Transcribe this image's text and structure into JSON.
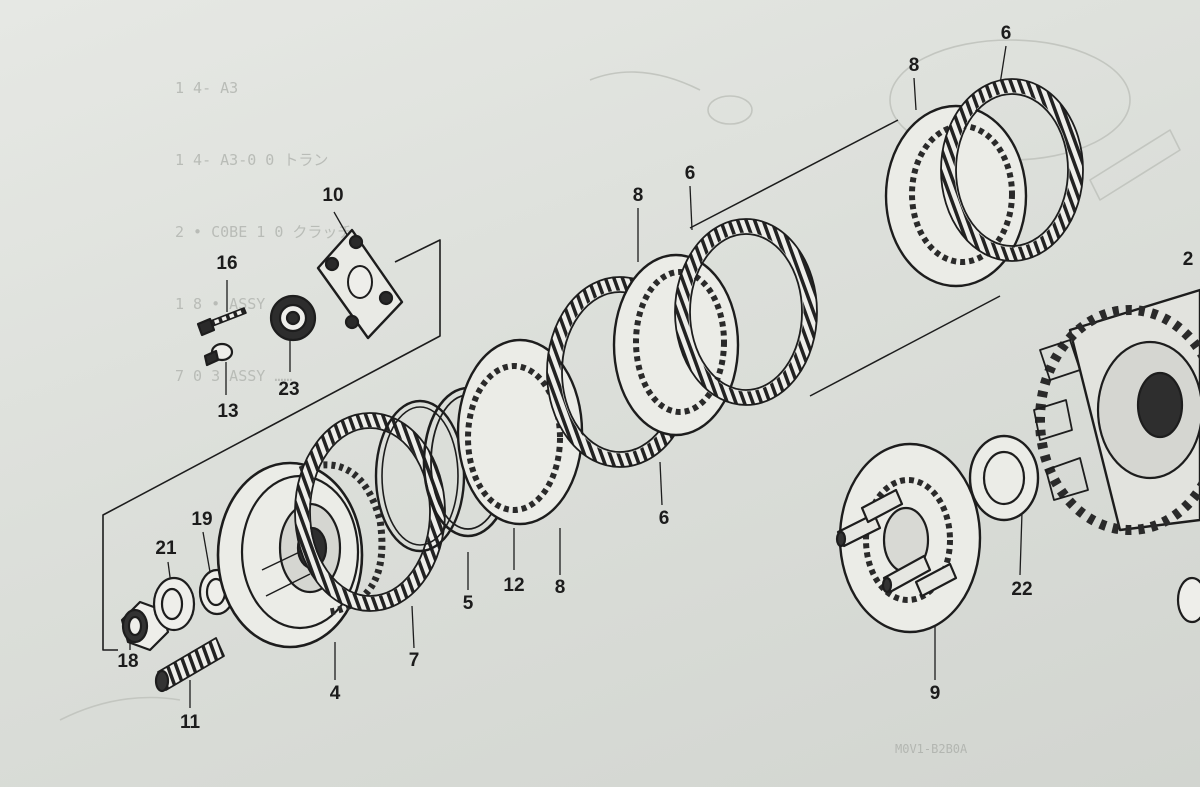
{
  "show_through": {
    "lines": [
      "1 4- A3",
      "1 4- A3-0 0 トラン",
      "2 • C0BE 1 0 クラッチ",
      "1 8 • ASSY …",
      "7 0 3 ASSY ……"
    ],
    "stamp": "M0V1-B2B0A"
  },
  "callouts": [
    {
      "id": "16",
      "text": "16"
    },
    {
      "id": "10",
      "text": "10"
    },
    {
      "id": "23",
      "text": "23"
    },
    {
      "id": "13",
      "text": "13"
    },
    {
      "id": "19",
      "text": "19"
    },
    {
      "id": "21",
      "text": "21"
    },
    {
      "id": "18",
      "text": "18"
    },
    {
      "id": "11",
      "text": "11"
    },
    {
      "id": "4",
      "text": "4"
    },
    {
      "id": "7",
      "text": "7"
    },
    {
      "id": "5",
      "text": "5"
    },
    {
      "id": "12",
      "text": "12"
    },
    {
      "id": "8a",
      "text": "8"
    },
    {
      "id": "6a",
      "text": "6"
    },
    {
      "id": "8b",
      "text": "8"
    },
    {
      "id": "6b",
      "text": "6"
    },
    {
      "id": "8c",
      "text": "8"
    },
    {
      "id": "6c",
      "text": "6"
    },
    {
      "id": "2",
      "text": "2"
    },
    {
      "id": "22",
      "text": "22"
    },
    {
      "id": "9",
      "text": "9"
    }
  ]
}
